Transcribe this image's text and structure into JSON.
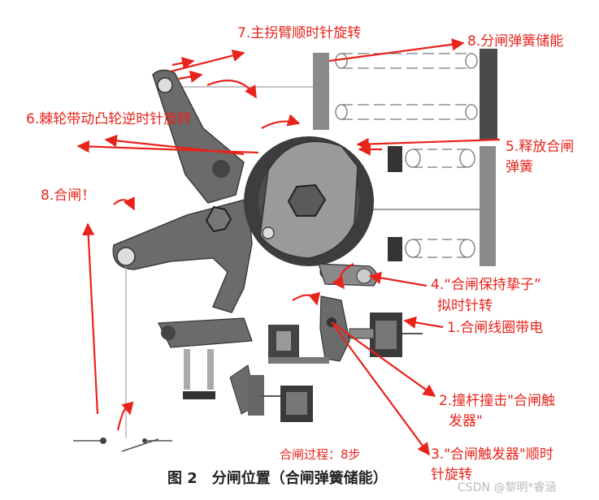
{
  "annotations": {
    "step7": "7.主拐臂顺时针旋转",
    "step8_store": "8.分闸弹簧储能",
    "step6": "6.棘轮带动凸轮逆时针旋转",
    "step5_line1": "5.释放合闸",
    "step5_line2": "弹簧",
    "step8_close": "8.合闸！",
    "step4_line1": "4.“合闸保持挚子”",
    "step4_line2": "拟时针转",
    "step1": "1.合闸线圈带电",
    "step2_line1": "2.撞杆撞击\"合闸触",
    "step2_line2": "发器\"",
    "step3_line1": "3.\"合闸触发器\"顺时",
    "step3_line2": "针旋转"
  },
  "process_note": "合闸过程：8步",
  "caption": "图 2　分闸位置（合闸弹簧储能）",
  "watermark": "CSDN @黎明*睿涵",
  "colors": {
    "annotation": "#e8231b",
    "mechanism_dark": "#3d3d3d",
    "mechanism_mid": "#6b6b6b",
    "mechanism_light": "#a9a9a9"
  }
}
